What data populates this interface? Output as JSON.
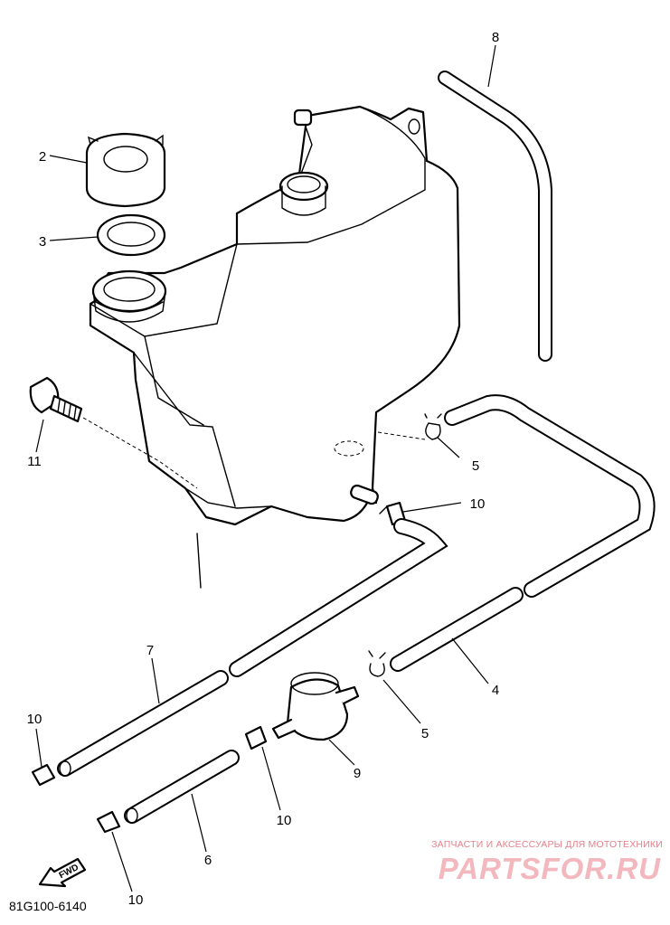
{
  "callouts": [
    {
      "id": "callout-8",
      "label": "8"
    },
    {
      "id": "callout-2",
      "label": "2"
    },
    {
      "id": "callout-3",
      "label": "3"
    },
    {
      "id": "callout-11",
      "label": "11"
    },
    {
      "id": "callout-5-upper",
      "label": "5"
    },
    {
      "id": "callout-10-upper",
      "label": "10"
    },
    {
      "id": "callout-7",
      "label": "7"
    },
    {
      "id": "callout-4",
      "label": "4"
    },
    {
      "id": "callout-5-lower",
      "label": "5"
    },
    {
      "id": "callout-10-left",
      "label": "10"
    },
    {
      "id": "callout-9",
      "label": "9"
    },
    {
      "id": "callout-10-middle",
      "label": "10"
    },
    {
      "id": "callout-6",
      "label": "6"
    },
    {
      "id": "callout-10-bottom",
      "label": "10"
    }
  ],
  "fwd_marker": "FWD",
  "drawing_code": "81G100-6140",
  "watermark": {
    "caption": "ЗАПЧАСТИ И АКСЕССУАРЫ ДЛЯ МОТОТЕХНИКИ",
    "logo": "PARTSFOR.RU",
    "color": "#e4808a"
  }
}
